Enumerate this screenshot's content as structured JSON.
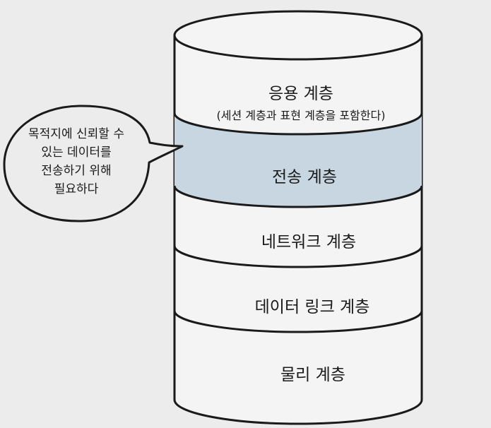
{
  "layers": [
    {
      "label": "응용 계층",
      "sublabel": "(세션 계층과 표현 계층을 포함한다)"
    },
    {
      "label": "전송 계층"
    },
    {
      "label": "네트워크 계층"
    },
    {
      "label": "데이터 링크 계층"
    },
    {
      "label": "물리 계층"
    }
  ],
  "callout": {
    "lines": [
      "목적지에 신뢰할 수",
      "있는 데이터를",
      "전송하기 위해",
      "필요하다"
    ]
  },
  "colors": {
    "background": "#ececec",
    "layer_fill": "#f4f4f4",
    "highlight_fill": "#c8d6e2",
    "stroke": "#1a1a1a"
  }
}
